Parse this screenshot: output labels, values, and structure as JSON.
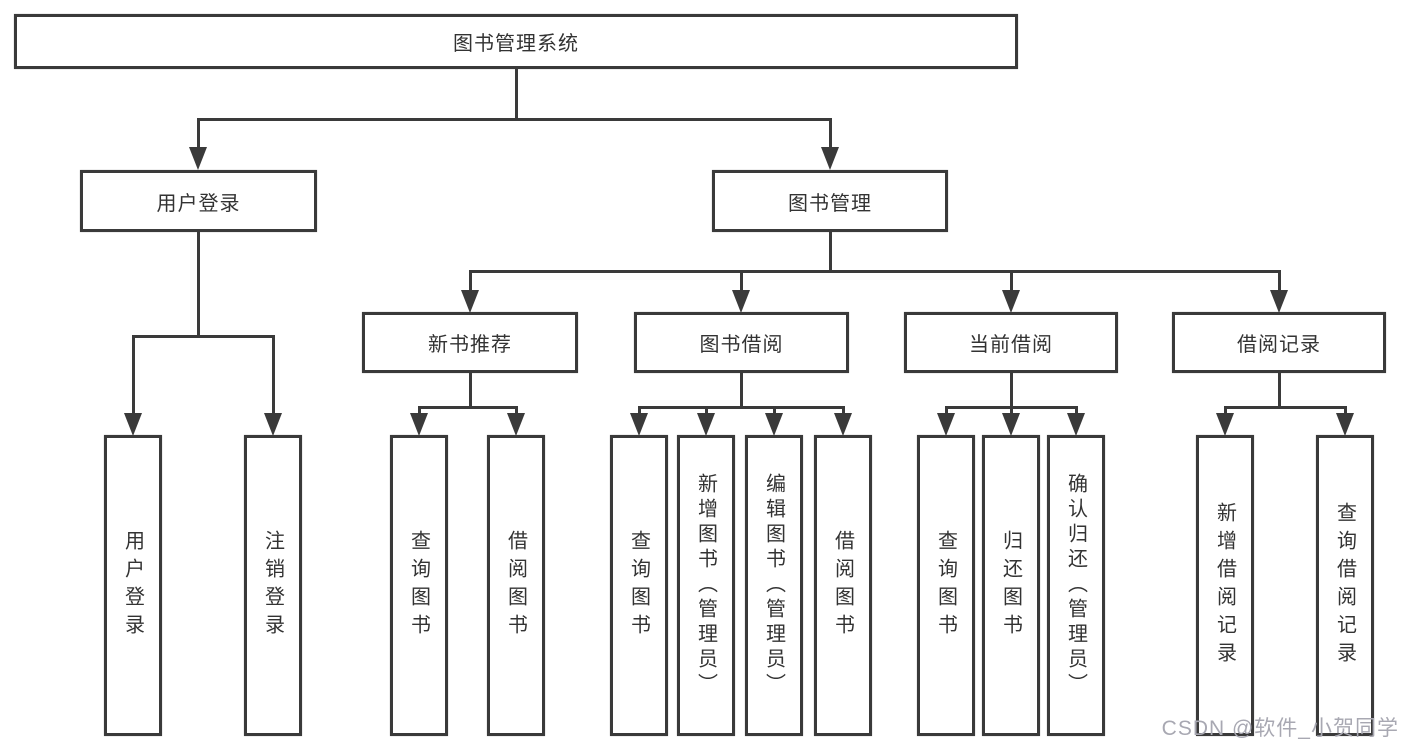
{
  "colors": {
    "line": "#3a3a3a",
    "text": "#333333",
    "background": "#ffffff",
    "watermark": "#a8a8b2"
  },
  "diagram": {
    "title": "图书管理系统",
    "root": {
      "label": "图书管理系统"
    },
    "branches": [
      {
        "label": "用户登录",
        "children": [
          {
            "label": "用户登录"
          },
          {
            "label": "注销登录"
          }
        ]
      },
      {
        "label": "图书管理",
        "children": [
          {
            "label": "新书推荐",
            "children": [
              {
                "label": "查询图书"
              },
              {
                "label": "借阅图书"
              }
            ]
          },
          {
            "label": "图书借阅",
            "children": [
              {
                "label": "查询图书"
              },
              {
                "label": "新增图书（管理员）"
              },
              {
                "label": "编辑图书（管理员）"
              },
              {
                "label": "借阅图书"
              }
            ]
          },
          {
            "label": "当前借阅",
            "children": [
              {
                "label": "查询图书"
              },
              {
                "label": "归还图书"
              },
              {
                "label": "确认归还（管理员）"
              }
            ]
          },
          {
            "label": "借阅记录",
            "children": [
              {
                "label": "新增借阅记录"
              },
              {
                "label": "查询借阅记录"
              }
            ]
          }
        ]
      }
    ]
  },
  "watermark": {
    "text": "CSDN @软件_小贺同学"
  }
}
